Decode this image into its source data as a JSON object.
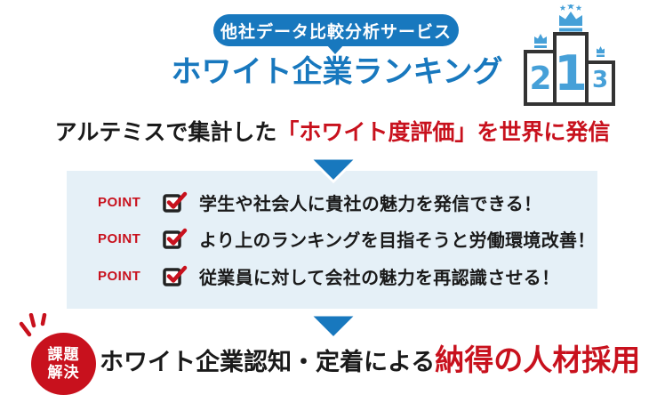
{
  "colors": {
    "primary_blue": "#1878be",
    "podium_blue": "#46a0d8",
    "point_box_bg": "#e5f0f7",
    "accent_red": "#c8111d",
    "text_dark": "#1a1a1a"
  },
  "header": {
    "badge_label": "他社データ比較分析サービス",
    "title": "ホワイト企業ランキング",
    "podium_ranks": {
      "first": "1",
      "second": "2",
      "third": "3"
    }
  },
  "subtitle": {
    "prefix_black": "アルテミスで集計した",
    "highlight_red": "「ホワイト度評価」を世界に発信"
  },
  "points": {
    "label": "POINT",
    "items": [
      "学生や社会人に貴社の魅力を発信できる！",
      "より上のランキングを目指そうと労働環境改善！",
      "従業員に対して会社の魅力を再認識させる！"
    ]
  },
  "conclusion": {
    "badge_top": "課題",
    "badge_bottom": "解決",
    "text_black": "ホワイト企業認知・定着による",
    "text_red": "納得の人材採用"
  }
}
